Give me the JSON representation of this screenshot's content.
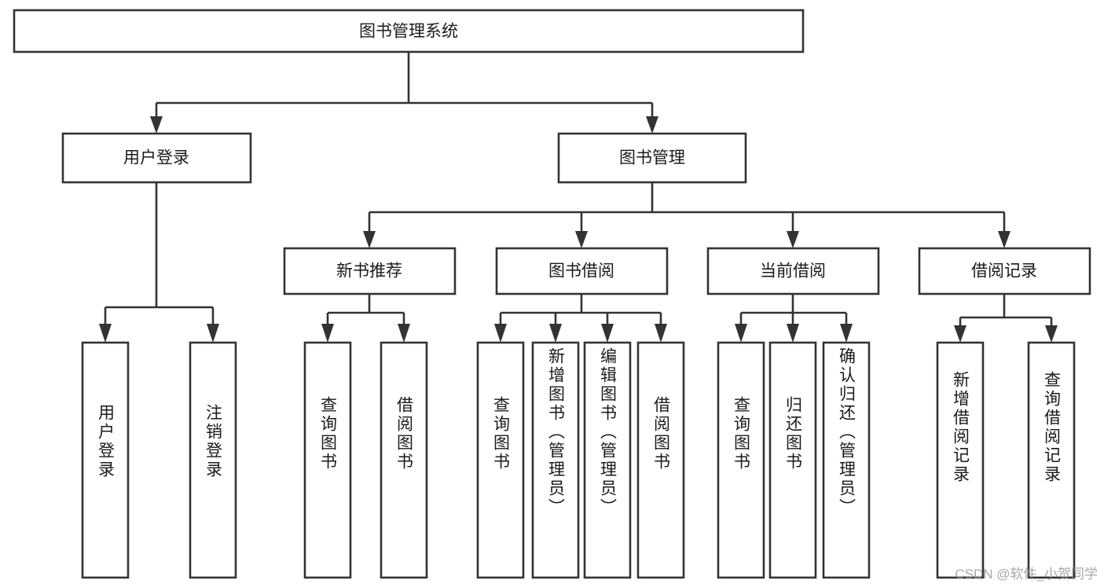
{
  "diagram": {
    "title": "图书管理系统",
    "type": "tree-hierarchy",
    "orientation": "top-down",
    "line_color": "#333333",
    "box_fill": "#ffffff",
    "text_color": "#1a1a1a",
    "root": {
      "label": "图书管理系统"
    },
    "level2": [
      {
        "id": "user-login",
        "label": "用户登录"
      },
      {
        "id": "book-manage",
        "label": "图书管理"
      }
    ],
    "level3": [
      {
        "id": "new-book-recommend",
        "label": "新书推荐",
        "parent": "book-manage"
      },
      {
        "id": "book-borrow",
        "label": "图书借阅",
        "parent": "book-manage"
      },
      {
        "id": "current-borrow",
        "label": "当前借阅",
        "parent": "book-manage"
      },
      {
        "id": "borrow-record",
        "label": "借阅记录",
        "parent": "book-manage"
      }
    ],
    "leaves": {
      "user-login": [
        {
          "id": "leaf-user-login",
          "label": "用户登录"
        },
        {
          "id": "leaf-logout-login",
          "label": "注销登录"
        }
      ],
      "new-book-recommend": [
        {
          "id": "leaf-query-book-1",
          "label": "查询图书"
        },
        {
          "id": "leaf-borrow-book-1",
          "label": "借阅图书"
        }
      ],
      "book-borrow": [
        {
          "id": "leaf-query-book-2",
          "label": "查询图书"
        },
        {
          "id": "leaf-add-book",
          "label": "新增图书（管理员）"
        },
        {
          "id": "leaf-edit-book",
          "label": "编辑图书（管理员）"
        },
        {
          "id": "leaf-borrow-book-2",
          "label": "借阅图书"
        }
      ],
      "current-borrow": [
        {
          "id": "leaf-query-book-3",
          "label": "查询图书"
        },
        {
          "id": "leaf-return-book",
          "label": "归还图书"
        },
        {
          "id": "leaf-confirm-return",
          "label": "确认归还（管理员）"
        }
      ],
      "borrow-record": [
        {
          "id": "leaf-add-record",
          "label": "新增借阅记录"
        },
        {
          "id": "leaf-query-record",
          "label": "查询借阅记录"
        }
      ]
    }
  },
  "watermark": {
    "text": "CSDN @软件_小贺同学"
  }
}
